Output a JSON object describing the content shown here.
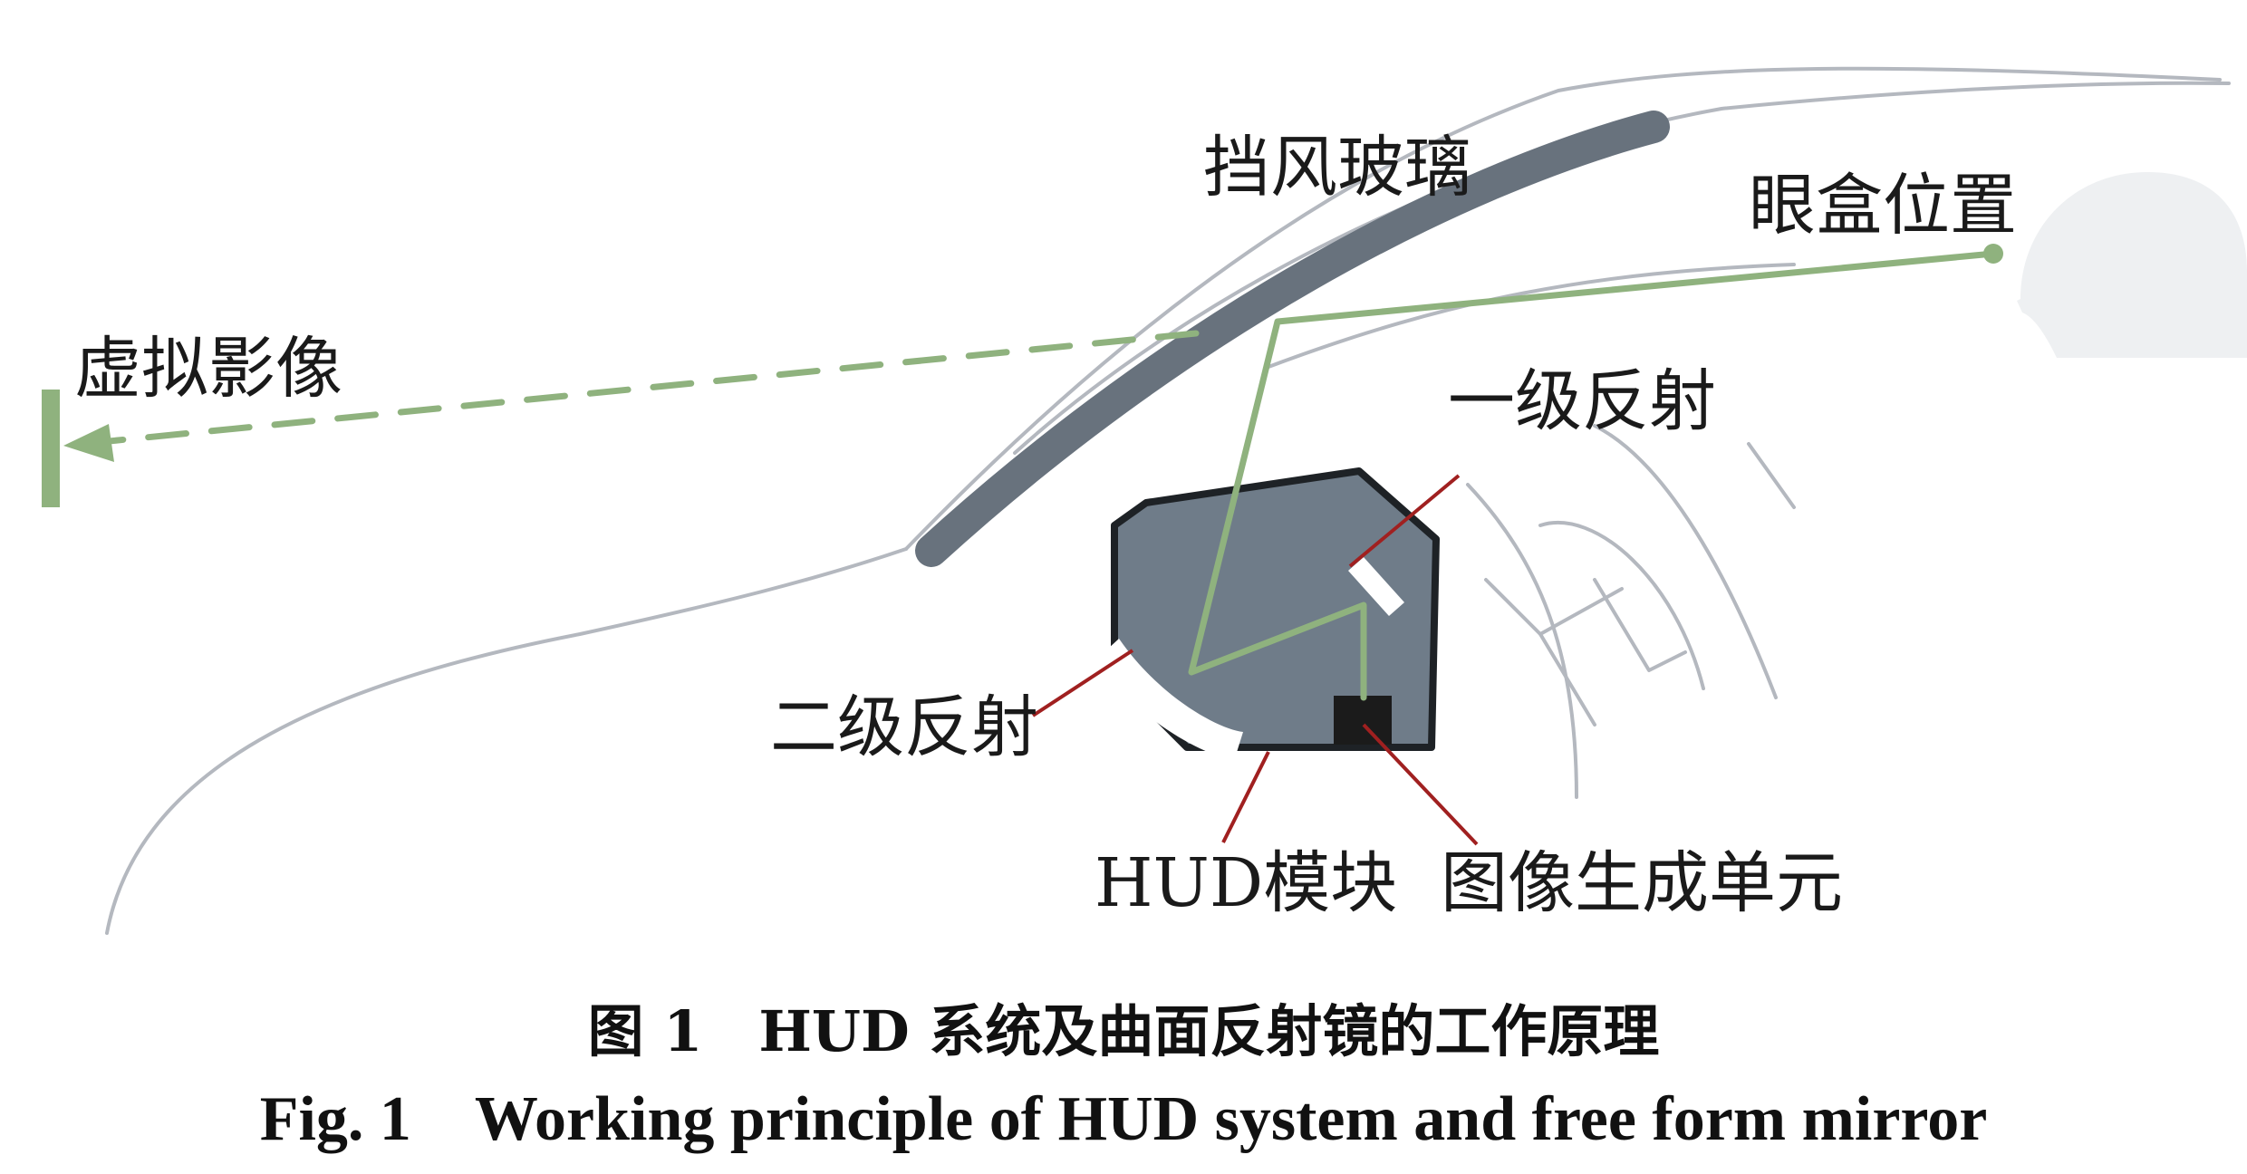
{
  "labels": {
    "windshield": "挡风玻璃",
    "eyebox": "眼盒位置",
    "virtual_image": "虚拟影像",
    "primary_reflection": "一级反射",
    "secondary_reflection": "二级反射",
    "hud_module": "HUD模块",
    "image_unit": "图像生成单元"
  },
  "caption": {
    "cn": "图 1　HUD 系统及曲面反射镜的工作原理",
    "en": "Fig. 1　Working principle of HUD system and free form mirror"
  },
  "colors": {
    "light_path": "#8fb27e",
    "leader_line": "#a02020",
    "module": "#6f7c89",
    "windshield": "#68727d",
    "car_outline": "#b4b8bf"
  }
}
